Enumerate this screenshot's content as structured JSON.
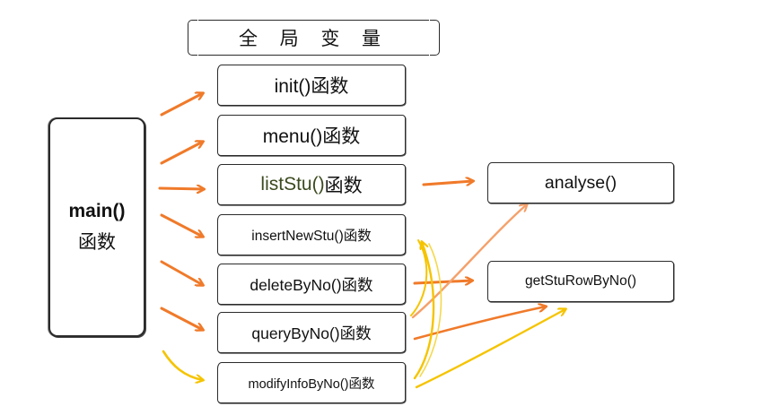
{
  "diagram": {
    "global_label": "全 局 变 量",
    "main_label_line1": "main()",
    "main_label_line2": "函数",
    "functions": {
      "init": "init()函数",
      "menu": "menu()函数",
      "list_fn": "listStu()",
      "list_suffix": "函数",
      "insert": "insertNewStu()函数",
      "delete": "deleteByNo()函数",
      "query": "queryByNo()函数",
      "modify": "modifyInfoByNo()函数"
    },
    "helpers": {
      "analyse": "analyse()",
      "get_row": "getStuRowByNo()"
    },
    "colors": {
      "orange_arrow": "#f07a2a",
      "light_orange_arrow": "#f5a06a",
      "yellow_arrow": "#f5c400",
      "border": "#2b2b2b"
    }
  }
}
